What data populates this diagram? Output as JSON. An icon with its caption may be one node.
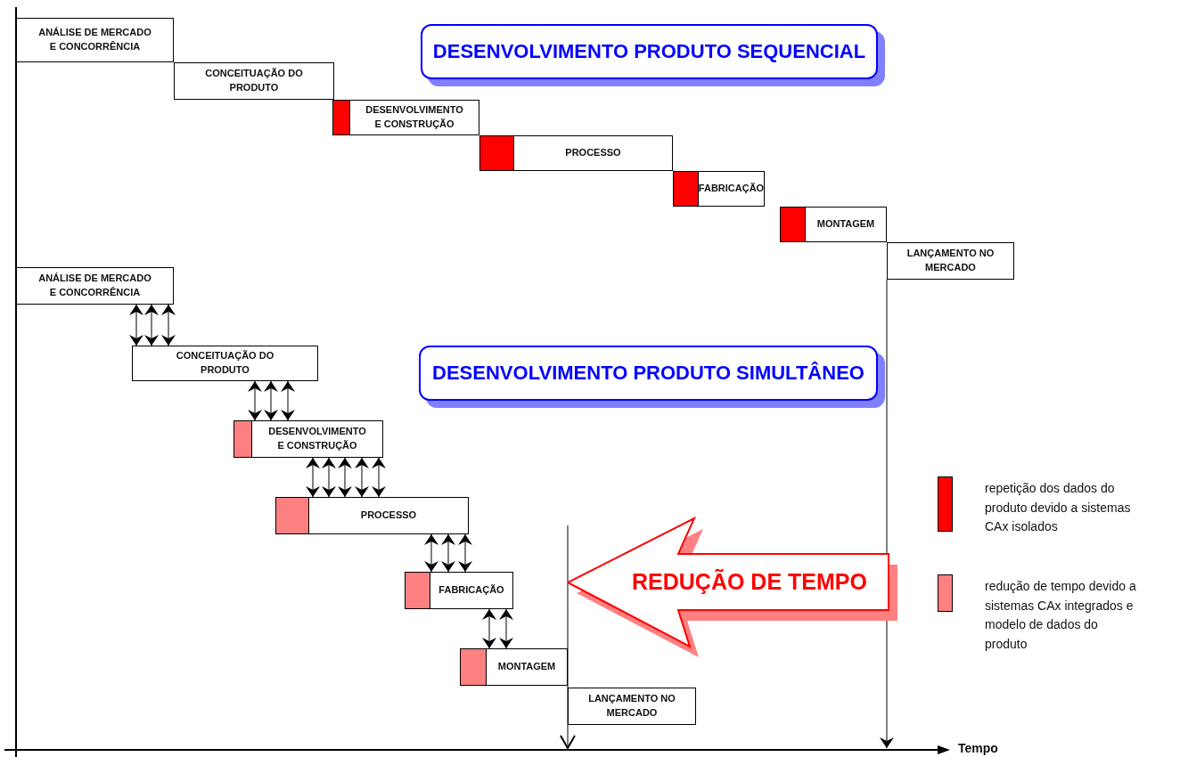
{
  "diagram": {
    "nodes": [
      {
        "text": [
          "DESENVOLVIMENTO PRODUTO SEQUENCIAL"
        ]
      },
      {
        "text": [
          "ANÁLISE DE MERCADO E CONCORRÊNCIA"
        ]
      },
      {
        "text": [
          "CONCEITUAÇÃO DO PRODUTO"
        ]
      },
      {
        "text": [
          "DESENVOLVIMENTO E CONSTRUÇÃO"
        ]
      },
      {
        "text": [
          "PROCESSO"
        ]
      },
      {
        "text": [
          "FABRICAÇÃO"
        ]
      },
      {
        "text": [
          "MONTAGEM"
        ]
      },
      {
        "text": [
          "LANÇAMENTO NO MERCADO"
        ]
      },
      {
        "text": [
          "DESENVOLVIMENTO PRODUTO SIMULTÂNEO"
        ]
      },
      {
        "text": [
          "ANÁLISE DE MERCADO E CONCORRÊNCIA"
        ]
      },
      {
        "text": [
          "CONCEITUAÇÃO DO PRODUTO"
        ]
      },
      {
        "text": [
          "DESENVOLVIMENTO E CONSTRUÇÃO"
        ]
      },
      {
        "text": [
          "PROCESSO"
        ]
      },
      {
        "text": [
          "FABRICAÇÃO"
        ]
      },
      {
        "text": [
          "MONTAGEM"
        ]
      },
      {
        "text": [
          "LANÇAMENTO NO MERCADO"
        ]
      },
      {
        "text": [
          "REDUÇÃO DE TEMPO"
        ]
      }
    ],
    "edges": [
      {
        "from": 9,
        "to": 10,
        "arrow": "both"
      },
      {
        "from": 9,
        "to": 10,
        "arrow": "both"
      },
      {
        "from": 9,
        "to": 10,
        "arrow": "both"
      },
      {
        "from": 10,
        "to": 11,
        "arrow": "both"
      },
      {
        "from": 10,
        "to": 11,
        "arrow": "both"
      },
      {
        "from": 10,
        "to": 11,
        "arrow": "both"
      },
      {
        "from": 11,
        "to": 12,
        "arrow": "both"
      },
      {
        "from": 11,
        "to": 12,
        "arrow": "both"
      },
      {
        "from": 11,
        "to": 12,
        "arrow": "both"
      },
      {
        "from": 11,
        "to": 12,
        "arrow": "both"
      },
      {
        "from": 11,
        "to": 12,
        "arrow": "both"
      },
      {
        "from": 12,
        "to": 13,
        "arrow": "both"
      },
      {
        "from": 12,
        "to": 13,
        "arrow": "both"
      },
      {
        "from": 12,
        "to": 13,
        "arrow": "both"
      },
      {
        "from": 13,
        "to": 14,
        "arrow": "both"
      },
      {
        "from": 13,
        "to": 14,
        "arrow": "both"
      },
      {
        "from": 7,
        "to": null,
        "arrow": "to"
      }
    ],
    "labels": [
      "Tempo"
    ],
    "legend": [
      {
        "text": "repetição dos dados do produto devido a sistemas CAx isolados",
        "color": "#ff0000"
      },
      {
        "text": "redução de tempo devido a sistemas CAx integrados e modelo de dados do produto",
        "color": "#ff8080"
      }
    ]
  }
}
